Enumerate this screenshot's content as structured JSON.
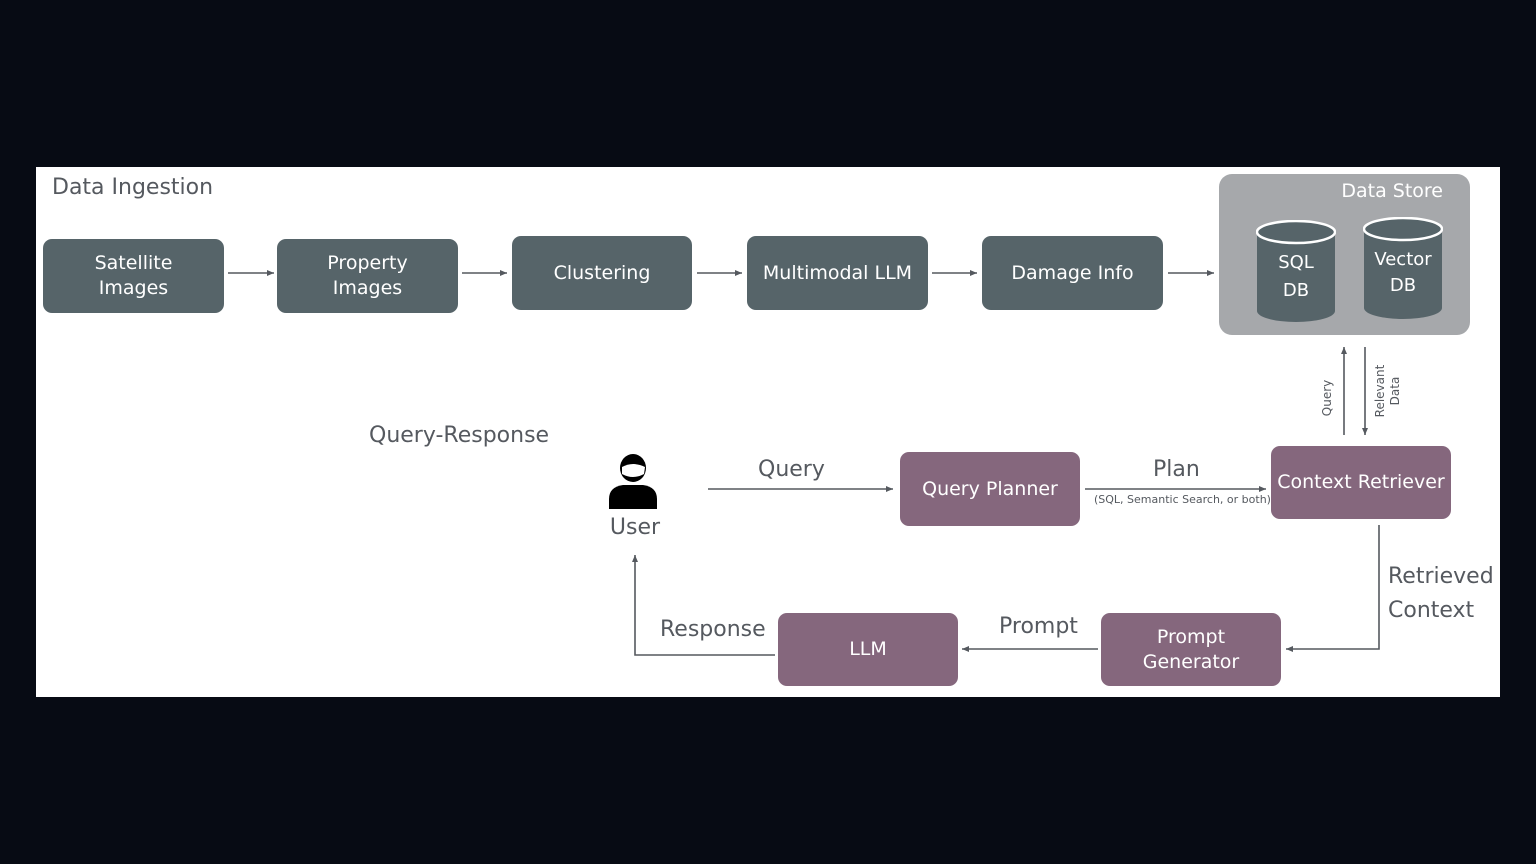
{
  "sections": {
    "ingestion_title": "Data Ingestion",
    "query_title": "Query-Response"
  },
  "ingestion_steps": [
    {
      "line1": "Satellite",
      "line2": "Images"
    },
    {
      "line1": "Property",
      "line2": "Images"
    },
    {
      "line1": "Clustering",
      "line2": ""
    },
    {
      "line1": "Multimodal LLM",
      "line2": ""
    },
    {
      "line1": "Damage Info",
      "line2": ""
    }
  ],
  "data_store": {
    "title": "Data Store",
    "sql": {
      "line1": "SQL",
      "line2": "DB"
    },
    "vector": {
      "line1": "Vector",
      "line2": "DB"
    }
  },
  "store_links": {
    "up_label": "Query",
    "down_label_line1": "Relevant",
    "down_label_line2": "Data"
  },
  "query_flow": {
    "user_label": "User",
    "query_label": "Query",
    "query_planner": "Query Planner",
    "plan_label": "Plan",
    "plan_detail": "(SQL, Semantic Search, or both)",
    "context_retriever": "Context Retriever",
    "retrieved_line1": "Retrieved",
    "retrieved_line2": "Context",
    "prompt_generator_line1": "Prompt",
    "prompt_generator_line2": "Generator",
    "prompt_label": "Prompt",
    "llm": "LLM",
    "response_label": "Response"
  },
  "colors": {
    "ingestion_box": "#566469",
    "query_box": "#85677d",
    "store_bg": "#a6a8ab",
    "cylinder": "#566469",
    "page_bg": "#070b14",
    "panel_bg": "#ffffff",
    "line": "#55595f"
  },
  "icons": {
    "user": "user-icon"
  }
}
